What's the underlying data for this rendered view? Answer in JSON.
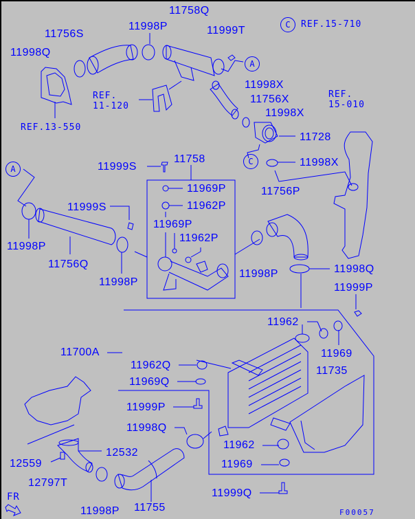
{
  "diagram": {
    "title": "Intercooler and air intake hose parts diagram",
    "figure_id": "F00057",
    "direction_label": "FR",
    "colors": {
      "background": "#c0c0c0",
      "line": "#0000ff",
      "frame": "#000000"
    },
    "part_labels": {
      "p11758Q": "11758Q",
      "p11756S": "11756S",
      "p11998P_top": "11998P",
      "p11999T": "11999T",
      "p11998Q_top": "11998Q",
      "p11998X_a": "11998X",
      "p11756X": "11756X",
      "p11998X_b": "11998X",
      "p11728": "11728",
      "p11998X_c": "11998X",
      "p11756P": "11756P",
      "p11999S_a": "11999S",
      "p11758": "11758",
      "p11969P_a": "11969P",
      "p11962P_a": "11962P",
      "p11999S_b": "11999S",
      "p11969P_b": "11969P",
      "p11962P_b": "11962P",
      "p11998P_left": "11998P",
      "p11756Q": "11756Q",
      "p11998P_mid": "11998P",
      "p11998P_right": "11998P",
      "p11998Q_right": "11998Q",
      "p11999P_right": "11999P",
      "p11962_top": "11962",
      "p11969_top": "11969",
      "p11700A": "11700A",
      "p11962Q": "11962Q",
      "p11735": "11735",
      "p11969Q": "11969Q",
      "p11999P_left": "11999P",
      "p11998Q_bottom": "11998Q",
      "p11962_bottom": "11962",
      "p12559": "12559",
      "p12532": "12532",
      "p11969_bottom": "11969",
      "p12797T": "12797T",
      "p11999Q": "11999Q",
      "p11998P_bottom": "11998P",
      "p11755": "11755"
    },
    "references": {
      "ref_c": "REF.15-710",
      "ref_11_120": "REF.\n11-120",
      "ref_15_010": "REF.\n15-010",
      "ref_13_550": "REF.13-550"
    },
    "connectors": {
      "a_top": "A",
      "a_left": "A",
      "c_top": "C",
      "c_mid": "C"
    }
  }
}
